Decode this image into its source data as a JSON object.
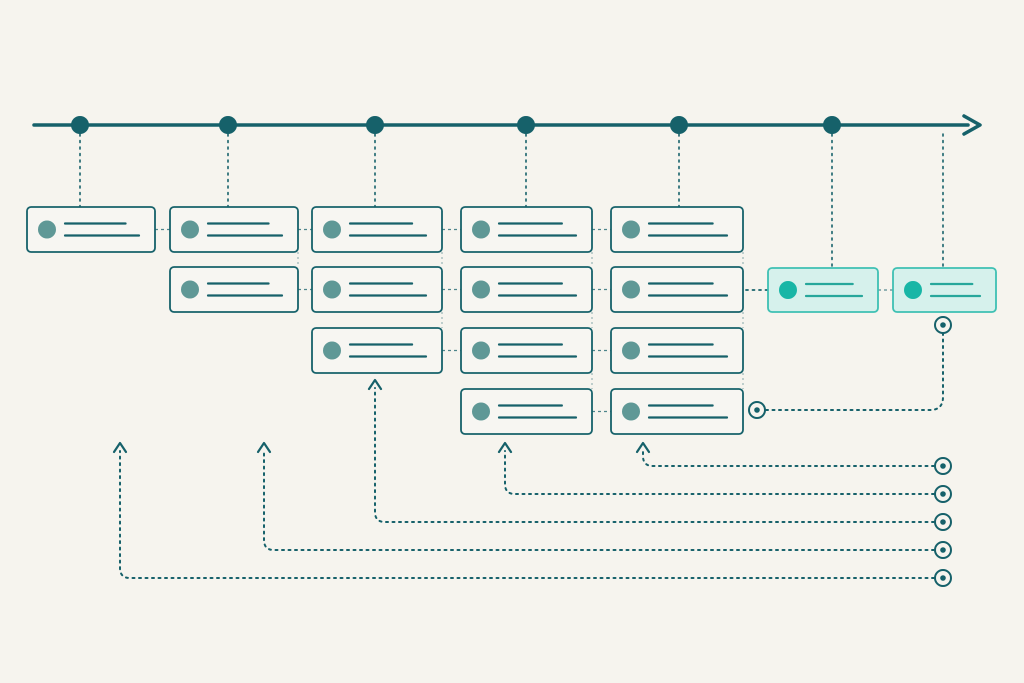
{
  "colors": {
    "background": "#f6f4ee",
    "line": "#16616a",
    "card_fill": "#f7f6f2",
    "card_dot": "#5f9896",
    "highlight_fill": "#d6f1ec",
    "highlight_stroke": "#3ec0b3",
    "highlight_dot": "#18b6a6",
    "highlight_line": "#27a79b"
  },
  "timeline": {
    "direction": "right",
    "milestone_count": 6,
    "has_arrowhead": true
  },
  "columns": [
    {
      "id": "col-1",
      "cards": 1,
      "highlighted": false
    },
    {
      "id": "col-2",
      "cards": 2,
      "highlighted": false
    },
    {
      "id": "col-3",
      "cards": 3,
      "highlighted": false
    },
    {
      "id": "col-4",
      "cards": 4,
      "highlighted": false
    },
    {
      "id": "col-5",
      "cards": 4,
      "highlighted": false
    },
    {
      "id": "col-6",
      "cards": 1,
      "highlighted": true
    },
    {
      "id": "col-7",
      "cards": 1,
      "highlighted": true
    }
  ],
  "feedback_loops": [
    {
      "id": "loop-to-col-7",
      "target": "col-7"
    },
    {
      "id": "loop-to-col-5",
      "target": "col-5"
    },
    {
      "id": "loop-to-col-4",
      "target": "col-4"
    },
    {
      "id": "loop-to-col-3",
      "target": "col-3"
    },
    {
      "id": "loop-to-col-2",
      "target": "col-2"
    },
    {
      "id": "loop-to-col-1",
      "target": "col-1"
    }
  ],
  "icons": {
    "milestone": "filled-circle-icon",
    "card_marker": "status-dot-icon",
    "loop_start": "target-circle-icon",
    "loop_end": "arrowhead-icon"
  }
}
